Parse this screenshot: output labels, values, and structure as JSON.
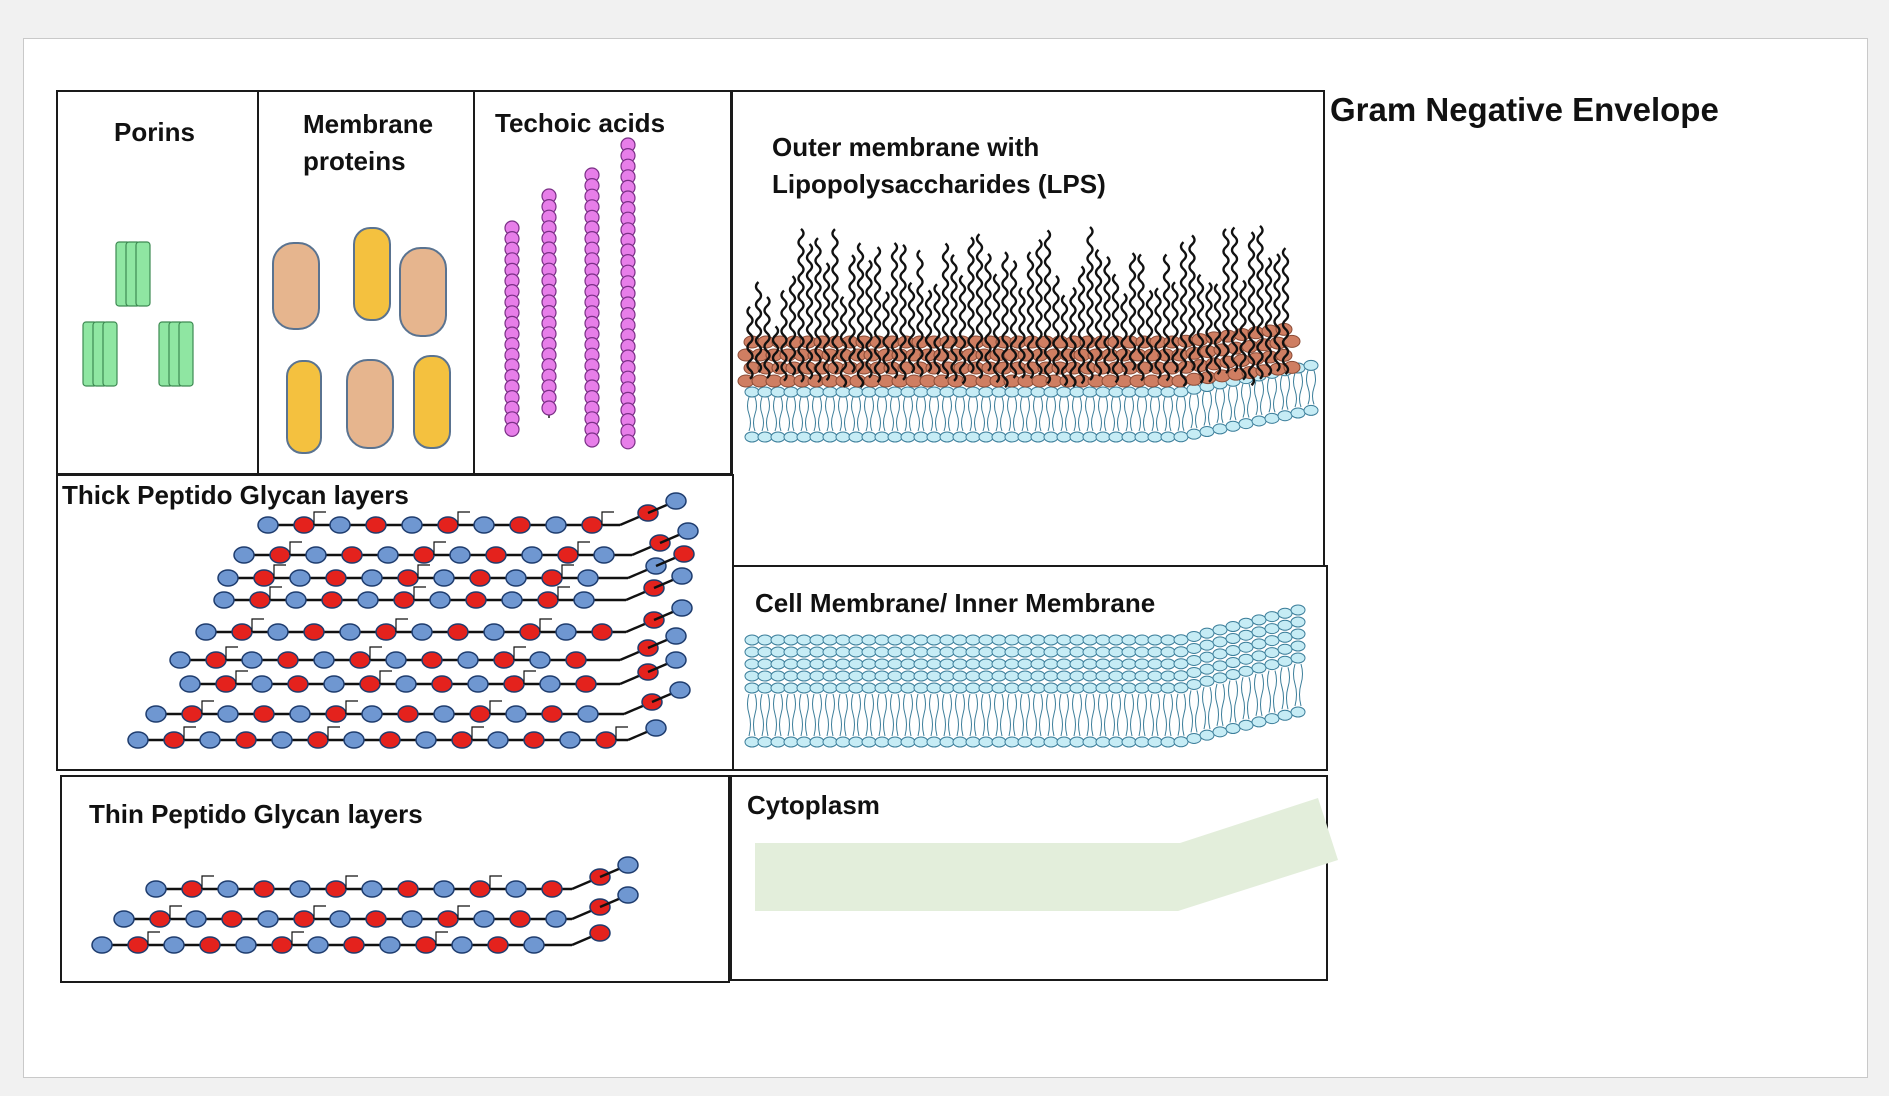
{
  "title": "Gram Negative Envelope",
  "labels": {
    "porins": "Porins",
    "membrane_proteins_line1": "Membrane",
    "membrane_proteins_line2": "proteins",
    "techoic": "Techoic acids",
    "outer_line1": "Outer membrane with",
    "outer_line2": "Lipopolysaccharides (LPS)",
    "thick_pg": "Thick Peptido Glycan layers",
    "cell_membrane": "Cell Membrane/ Inner Membrane",
    "thin_pg": "Thin Peptido Glycan layers",
    "cytoplasm": "Cytoplasm"
  },
  "colors": {
    "porin": "#8fe6a2",
    "protein_peach": "#e6b58e",
    "protein_gold": "#f4c13f",
    "protein_border": "#5a7390",
    "techoic_bead": "#e77ee9",
    "pg_blue": "#6f97d1",
    "pg_red": "#e4221d",
    "lipid_head": "#c6ecf5",
    "lps_core": "#cf7e62",
    "cytoplasm": "#e3eedb"
  }
}
